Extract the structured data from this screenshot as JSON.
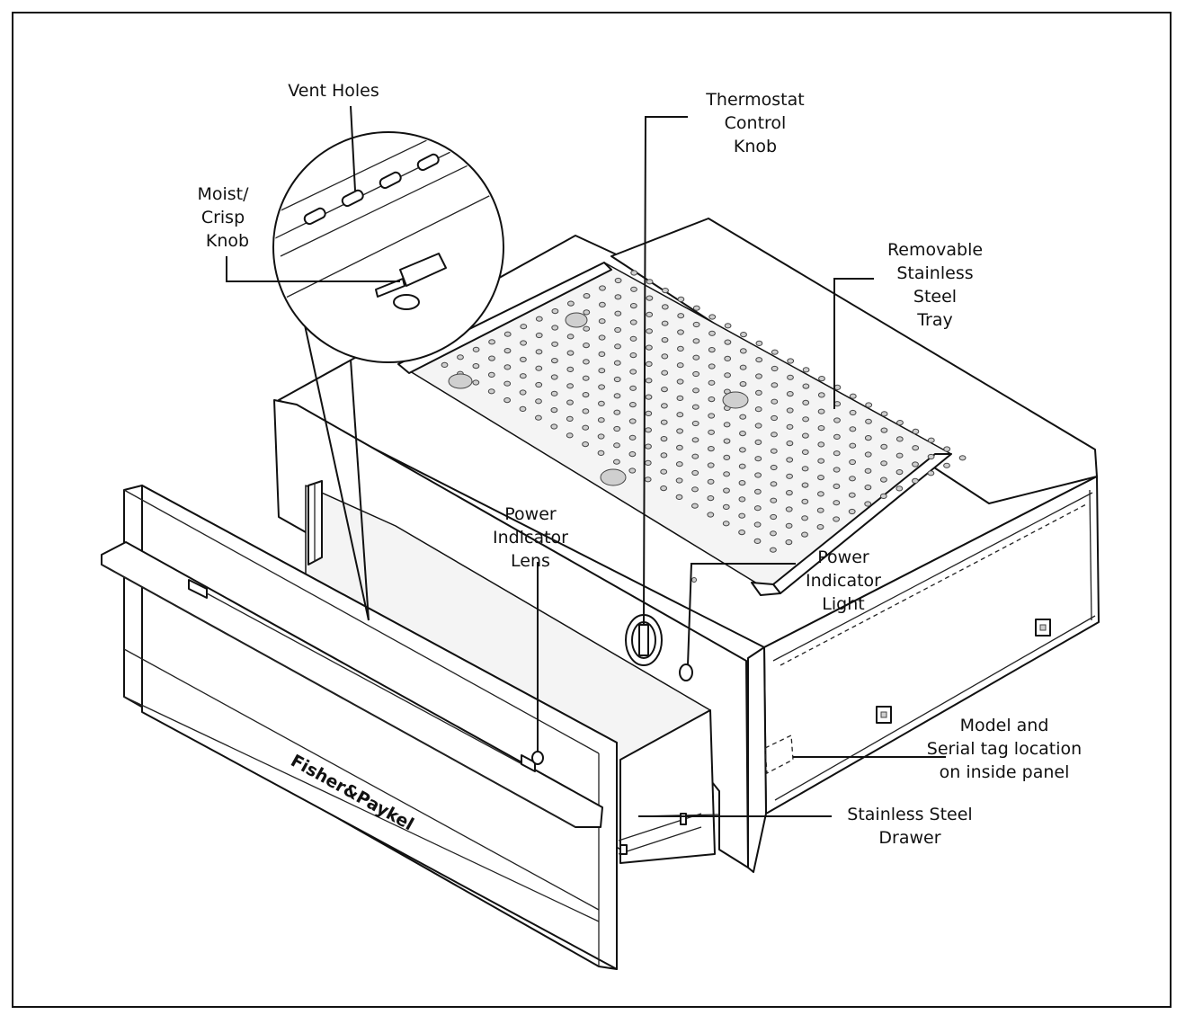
{
  "labels": {
    "vent_holes": "Vent Holes",
    "moist_crisp_1": "Moist/",
    "moist_crisp_2": "Crisp",
    "moist_crisp_3": "Knob",
    "thermostat_1": "Thermostat",
    "thermostat_2": "Control",
    "thermostat_3": "Knob",
    "tray_1": "Removable",
    "tray_2": "Stainless",
    "tray_3": "Steel",
    "tray_4": "Tray",
    "lens_1": "Power",
    "lens_2": "Indicator",
    "lens_3": "Lens",
    "light_1": "Power",
    "light_2": "Indicator",
    "light_3": "Light",
    "model_1": "Model and",
    "model_2": "Serial tag location",
    "model_3": "on inside panel",
    "drawer_1": "Stainless Steel",
    "drawer_2": "Drawer"
  },
  "brand": "Fisher&Paykel"
}
